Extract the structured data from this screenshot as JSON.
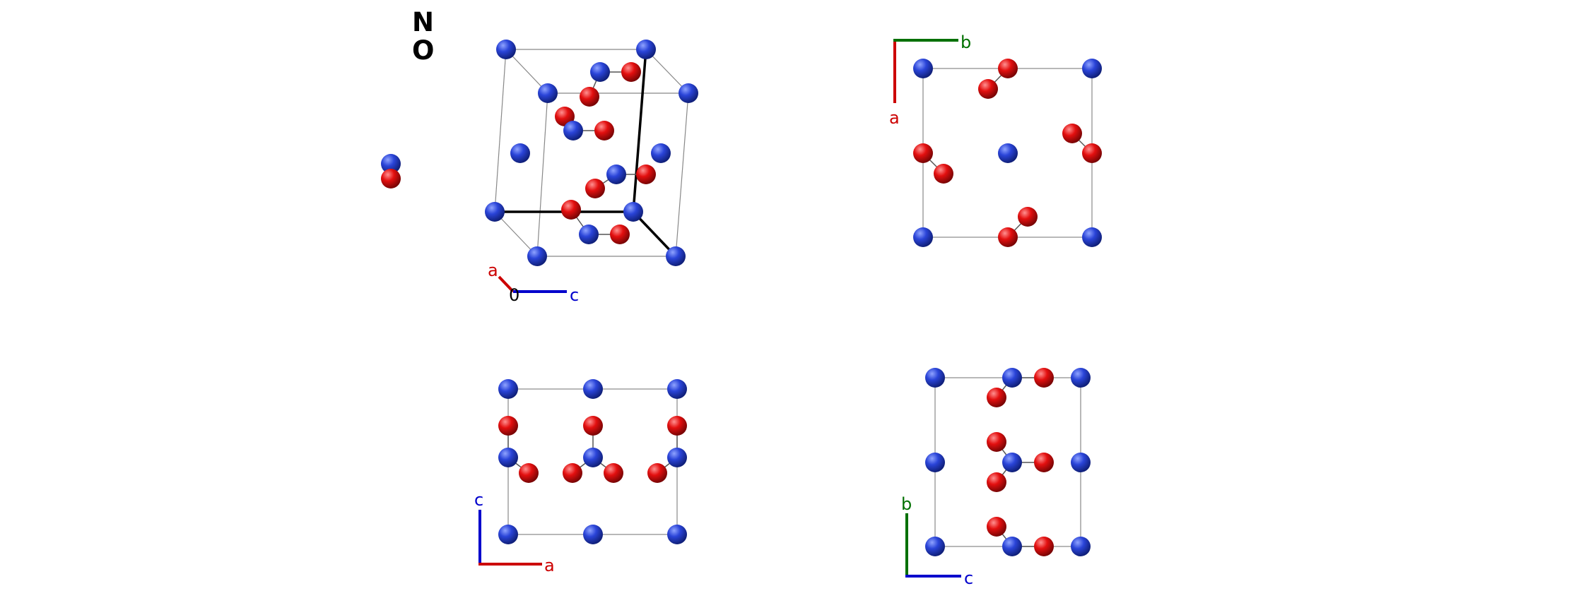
{
  "legend": {
    "species": [
      {
        "symbol": "N",
        "color": "#2a44d8"
      },
      {
        "symbol": "O",
        "color": "#e30f0f"
      }
    ]
  },
  "colors": {
    "n_atom": "#2a44d8",
    "o_atom": "#e30f0f",
    "axis_a": "#cc0000",
    "axis_b": "#007000",
    "axis_c": "#0000cc",
    "cell_edge": "#888888",
    "cell_edge_bold": "#000000"
  },
  "views": [
    {
      "name": "perspective",
      "axes": {
        "a": "a",
        "c": "c",
        "origin": "0"
      }
    },
    {
      "name": "top-right",
      "axes": {
        "a": "a",
        "b": "b"
      }
    },
    {
      "name": "bottom-left",
      "axes": {
        "c": "c",
        "a": "a"
      }
    },
    {
      "name": "bottom-right",
      "axes": {
        "b": "b",
        "c": "c"
      }
    }
  ]
}
